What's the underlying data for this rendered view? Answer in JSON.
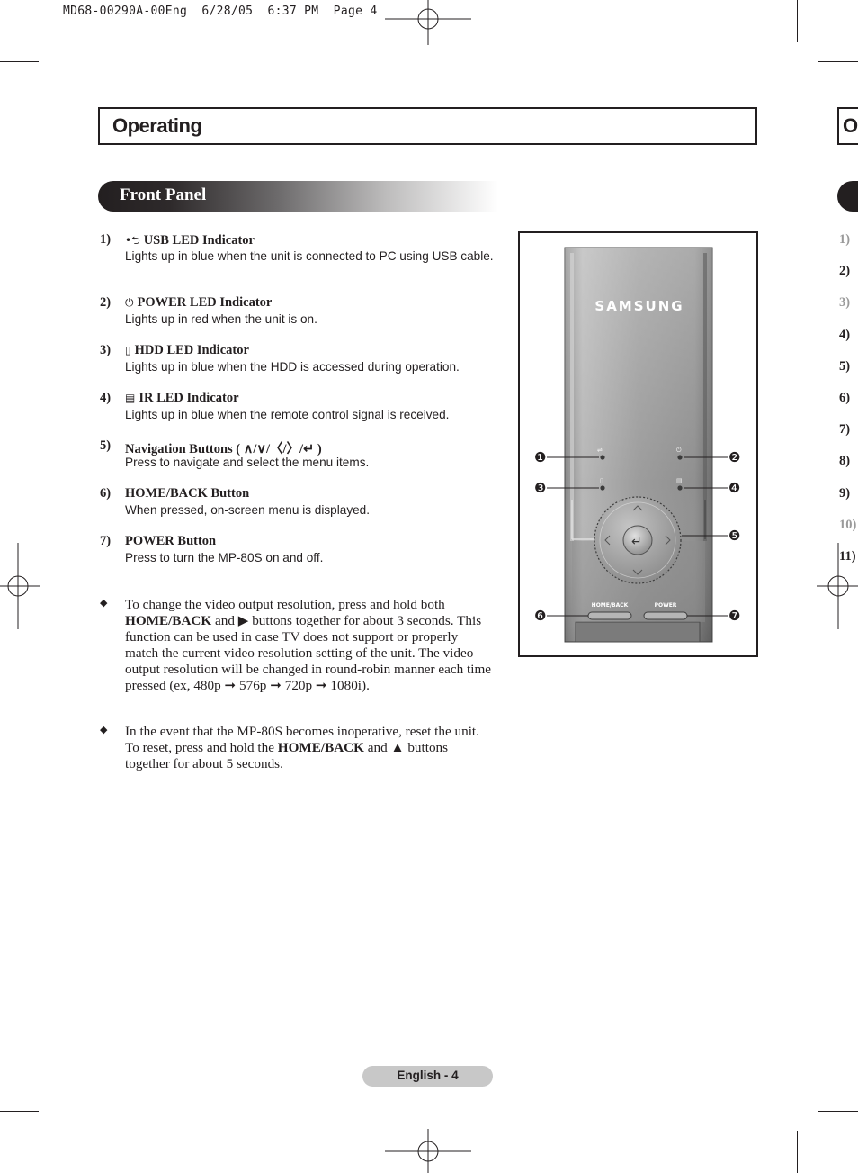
{
  "slug": "MD68-00290A-00Eng  6/28/05  6:37 PM  Page 4",
  "page_title": "Operating",
  "next_page_title_fragment": "O",
  "section_title": "Front Panel",
  "items": [
    {
      "num": "1)",
      "icon": "usb-icon",
      "glyph": "•⮌",
      "heading": "USB LED Indicator",
      "desc": "Lights up in blue when the unit is connected to PC using USB cable."
    },
    {
      "num": "2)",
      "icon": "power-icon",
      "glyph": "⏻",
      "heading": "POWER LED Indicator",
      "desc": "Lights up in red when the unit is on."
    },
    {
      "num": "3)",
      "icon": "hdd-icon",
      "glyph": "▯",
      "heading": "HDD LED Indicator",
      "desc": "Lights up in blue when the HDD is accessed during operation."
    },
    {
      "num": "4)",
      "icon": "ir-icon",
      "glyph": "▤",
      "heading": "IR LED Indicator",
      "desc": "Lights up in blue when the remote control signal is received."
    },
    {
      "num": "5)",
      "icon": "",
      "glyph": "",
      "heading": "Navigation Buttons ( ∧/∨/〈/〉/↵ )",
      "desc": "Press to navigate and select the menu items."
    },
    {
      "num": "6)",
      "icon": "",
      "glyph": "",
      "heading": "HOME/BACK Button",
      "desc": "When pressed, on-screen menu is displayed."
    },
    {
      "num": "7)",
      "icon": "",
      "glyph": "",
      "heading": "POWER Button",
      "desc": "Press to turn the MP-80S on and off."
    }
  ],
  "notes": [
    {
      "pre": "To change the video output resolution, press and hold both ",
      "b1": "HOME/BACK",
      "mid": " and ▶ buttons together for about 3 seconds. This function can be used in case TV does not support or properly match the current video resolution setting of the unit. The video output resolution will be changed in round-robin manner each time pressed (ex, 480p ➞ 576p ➞ 720p ➞ 1080i).",
      "b2": "",
      "post": ""
    },
    {
      "pre": "In the event that the MP-80S becomes inoperative, reset the unit. To reset, press and hold the ",
      "b1": "HOME/BACK",
      "mid": " and ▲ buttons together for about 5 seconds.",
      "b2": "",
      "post": ""
    }
  ],
  "figure": {
    "brand": "SAMSUNG",
    "home_back_label": "HOME/BACK",
    "power_label": "POWER",
    "callouts": [
      "❶",
      "❷",
      "❸",
      "❹",
      "❺",
      "❻",
      "❼"
    ]
  },
  "side_numbers": [
    {
      "label": "1)",
      "color": "#9a9a9a"
    },
    {
      "label": "2)",
      "color": "#231f20"
    },
    {
      "label": "3)",
      "color": "#9a9a9a"
    },
    {
      "label": "4)",
      "color": "#231f20"
    },
    {
      "label": "5)",
      "color": "#231f20"
    },
    {
      "label": "6)",
      "color": "#231f20"
    },
    {
      "label": "7)",
      "color": "#231f20"
    },
    {
      "label": "8)",
      "color": "#231f20"
    },
    {
      "label": "9)",
      "color": "#231f20"
    },
    {
      "label": "10)",
      "color": "#9a9a9a"
    },
    {
      "label": "11)",
      "color": "#231f20"
    }
  ],
  "footer": "English - 4"
}
